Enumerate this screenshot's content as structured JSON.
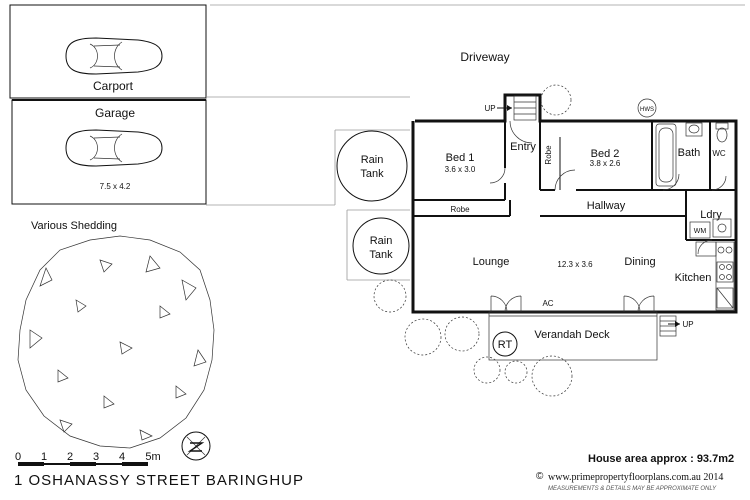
{
  "rooms": {
    "driveway": "Driveway",
    "carport": "Carport",
    "garage": "Garage",
    "garage_size": "7.5 x 4.2",
    "various_shedding": "Various Shedding",
    "rain_tank": [
      "Rain",
      "Tank"
    ],
    "bed1": "Bed 1",
    "bed1_size": "3.6 x 3.0",
    "bed2": "Bed 2",
    "bed2_size": "3.8 x 2.6",
    "entry": "Entry",
    "robe": "Robe",
    "bath": "Bath",
    "wc": "WC",
    "hws": "HWS",
    "hallway": "Hallway",
    "laundry": "Ldry",
    "wm": "WM",
    "lounge": "Lounge",
    "living_size": "12.3 x 3.6",
    "dining": "Dining",
    "kitchen": "Kitchen",
    "ac": "AC",
    "verandah": "Verandah Deck",
    "rt": "RT",
    "up": "UP"
  },
  "scale": {
    "ticks": [
      "0",
      "1",
      "2",
      "3",
      "4",
      "5m"
    ]
  },
  "north_label": "N",
  "footer": {
    "address": "1 OSHANASSY STREET BARINGHUP",
    "area": "House area approx : 93.7m2",
    "copyright": "©",
    "website": "www.primepropertyfloorplans.com.au 2014",
    "disclaimer": "MEASUREMENTS & DETAILS MAY BE APPROXIMATE ONLY"
  }
}
